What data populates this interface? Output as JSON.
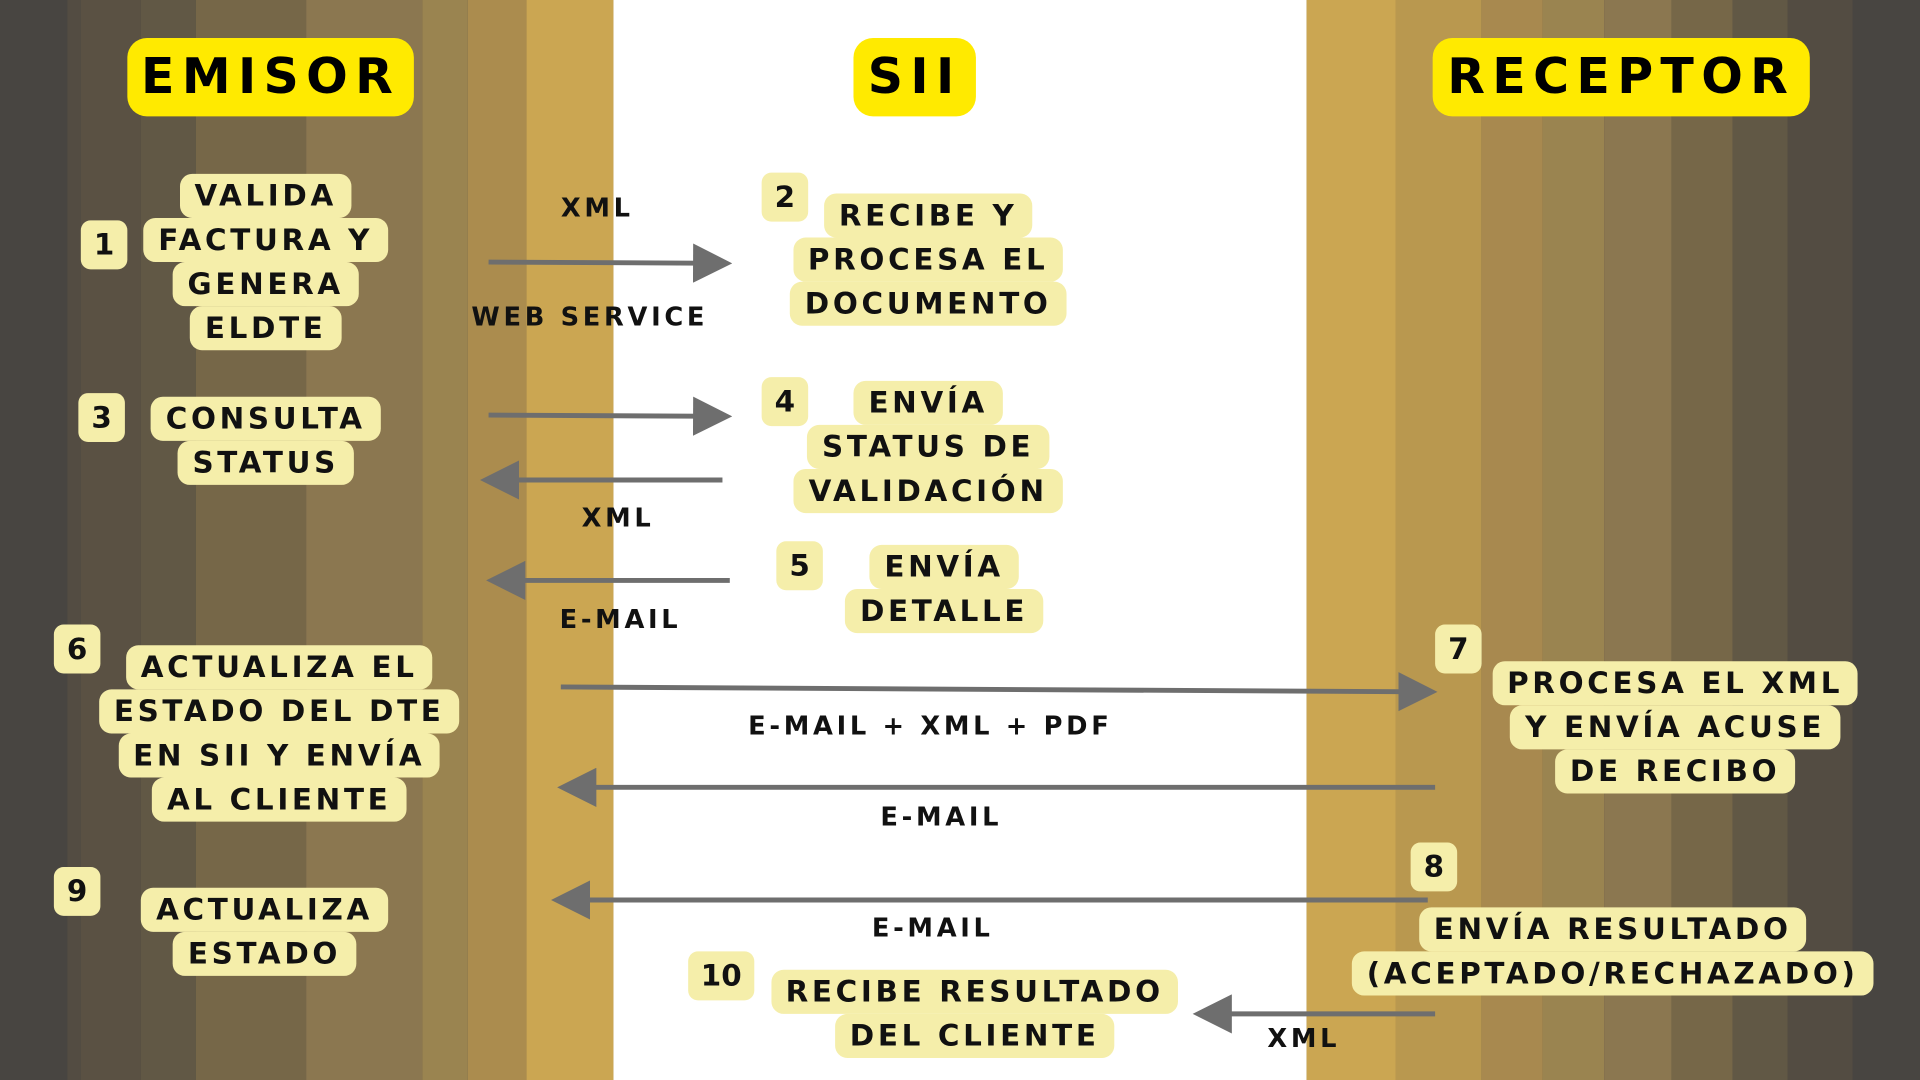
{
  "headers": {
    "emisor": "EMISOR",
    "sii": "SII",
    "receptor": "RECEPTOR"
  },
  "steps": [
    {
      "num": "1",
      "lines": [
        "VALIDA",
        "FACTURA Y",
        "GENERA",
        "ELDTE"
      ]
    },
    {
      "num": "2",
      "lines": [
        "RECIBE Y",
        "PROCESA EL",
        "DOCUMENTO"
      ]
    },
    {
      "num": "3",
      "lines": [
        "CONSULTA",
        "STATUS"
      ]
    },
    {
      "num": "4",
      "lines": [
        "ENVÍA",
        "STATUS DE",
        "VALIDACIÓN"
      ]
    },
    {
      "num": "5",
      "lines": [
        "ENVÍA",
        "DETALLE"
      ]
    },
    {
      "num": "6",
      "lines": [
        "ACTUALIZA EL",
        "ESTADO DEL DTE",
        "EN SII Y ENVÍA",
        "AL CLIENTE"
      ]
    },
    {
      "num": "7",
      "lines": [
        "PROCESA EL XML",
        "Y ENVÍA ACUSE",
        "DE RECIBO"
      ]
    },
    {
      "num": "8",
      "lines": [
        "ENVÍA RESULTADO",
        "(ACEPTADO/RECHAZADO)"
      ]
    },
    {
      "num": "9",
      "lines": [
        "ACTUALIZA",
        "ESTADO"
      ]
    },
    {
      "num": "10",
      "lines": [
        "RECIBE RESULTADO",
        "DEL CLIENTE"
      ]
    }
  ],
  "labels": {
    "xml1": "XML",
    "ws": "WEB SERVICE",
    "xml2": "XML",
    "email1": "E-MAIL",
    "emailxmlpdf": "E-MAIL + XML  + PDF",
    "email2": "E-MAIL",
    "email3": "E-MAIL",
    "xml3": "XML"
  },
  "colors": {
    "header": "#ffea00",
    "box": "#f5eeaa",
    "arrow": "#6e6e6e"
  }
}
